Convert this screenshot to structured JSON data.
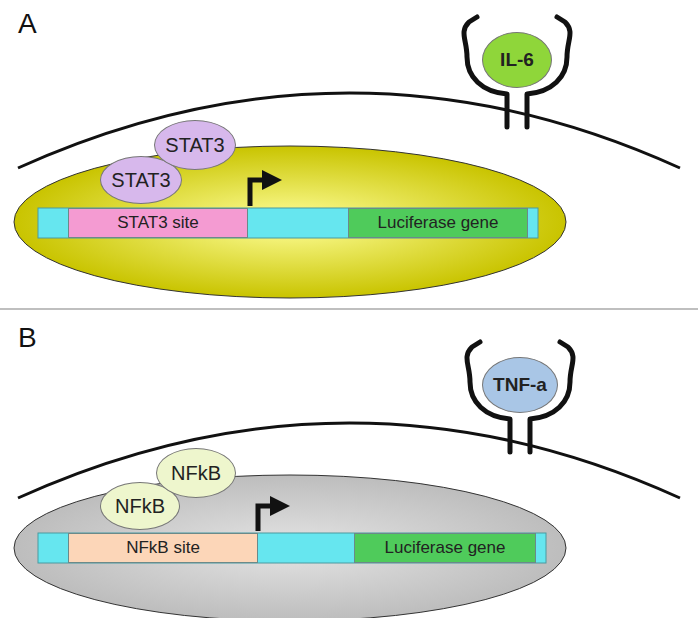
{
  "diagram": {
    "nodes": [
      {
        "text": [
          "IL-6"
        ]
      },
      {
        "text": [
          "STAT3"
        ]
      },
      {
        "text": [
          "STAT3"
        ]
      },
      {
        "text": [
          "STAT3 site"
        ]
      },
      {
        "text": [
          "Luciferase gene"
        ]
      },
      {
        "text": [
          "TNF-a"
        ]
      },
      {
        "text": [
          "NFkB"
        ]
      },
      {
        "text": [
          "NFkB"
        ]
      },
      {
        "text": [
          "NFkB site"
        ]
      },
      {
        "text": [
          "Luciferase gene"
        ]
      }
    ],
    "edges": [],
    "labels": [
      "A",
      "B"
    ]
  }
}
